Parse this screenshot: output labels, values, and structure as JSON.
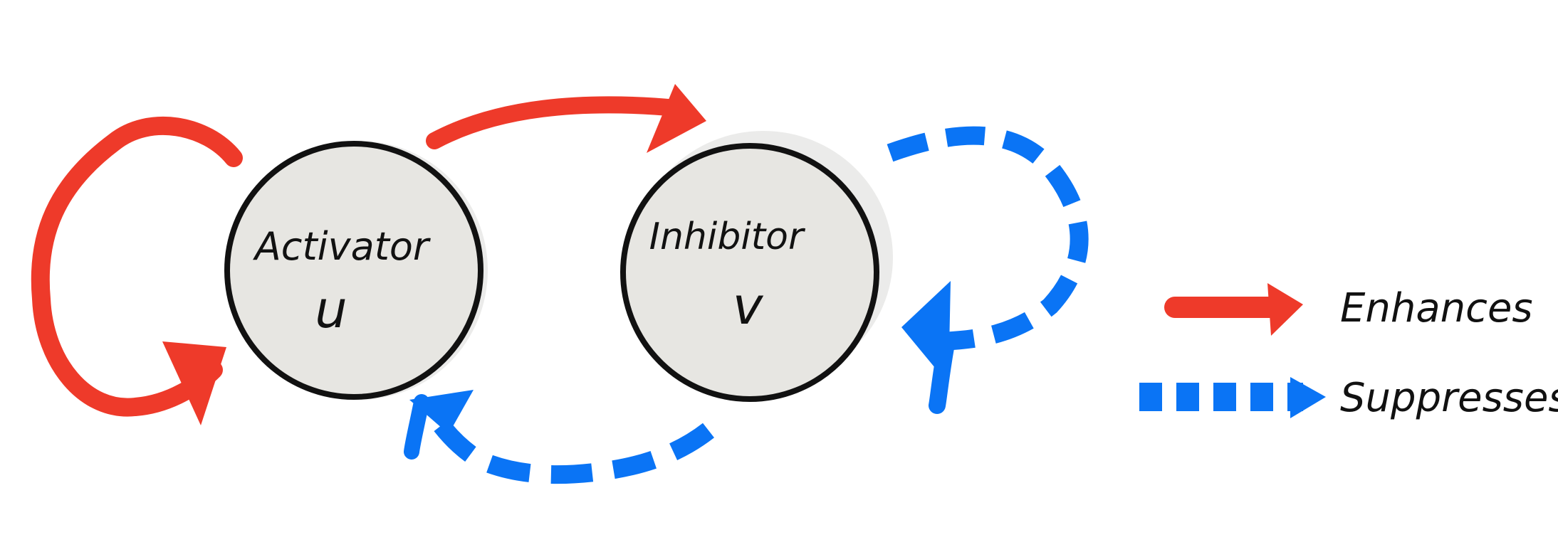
{
  "colors": {
    "enhance": "#ee3a2a",
    "suppress": "#0a74f5",
    "node_fill": "#e7e6e2",
    "node_stroke": "#111111",
    "shadow": "#ebebea"
  },
  "nodes": {
    "activator": {
      "name": "Activator",
      "symbol": "u"
    },
    "inhibitor": {
      "name": "Inhibitor",
      "symbol": "v"
    }
  },
  "edges": [
    {
      "from": "activator",
      "to": "activator",
      "kind": "enhances"
    },
    {
      "from": "activator",
      "to": "inhibitor",
      "kind": "enhances"
    },
    {
      "from": "inhibitor",
      "to": "inhibitor",
      "kind": "suppresses"
    },
    {
      "from": "inhibitor",
      "to": "activator",
      "kind": "suppresses"
    }
  ],
  "legend": {
    "enhances": "Enhances",
    "suppresses": "Suppresses"
  }
}
